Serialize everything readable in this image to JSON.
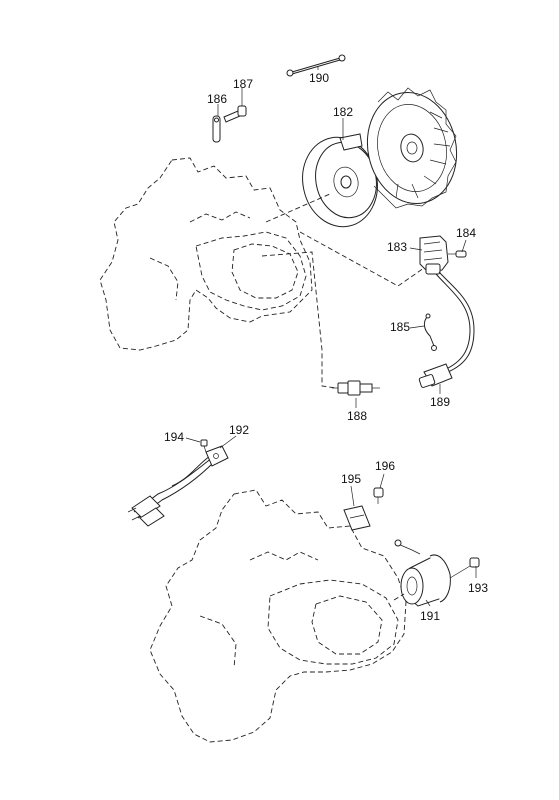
{
  "labels": {
    "l182": "182",
    "l183": "183",
    "l184": "184",
    "l185": "185",
    "l186": "186",
    "l187": "187",
    "l188": "188",
    "l189": "189",
    "l190": "190",
    "l191": "191",
    "l192": "192",
    "l193": "193",
    "l194": "194",
    "l195": "195",
    "l196": "196"
  }
}
